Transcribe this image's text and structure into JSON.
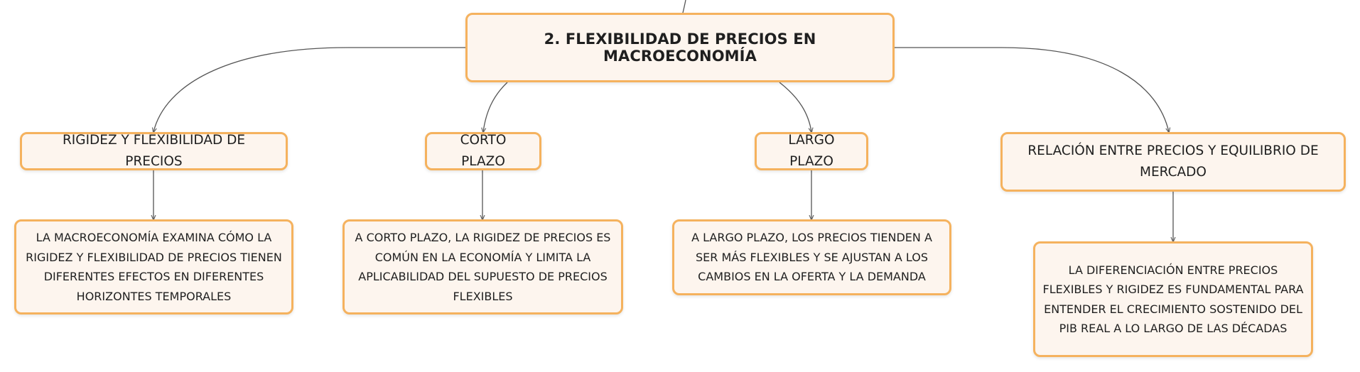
{
  "root": {
    "label": "2. FLEXIBILIDAD DE PRECIOS EN MACROECONOMÍA"
  },
  "topics": [
    {
      "label": "RIGIDEZ Y FLEXIBILIDAD DE PRECIOS",
      "detail": "LA MACROECONOMÍA EXAMINA CÓMO LA RIGIDEZ Y FLEXIBILIDAD DE PRECIOS TIENEN DIFERENTES EFECTOS EN DIFERENTES HORIZONTES TEMPORALES"
    },
    {
      "label": "CORTO PLAZO",
      "detail": "A CORTO PLAZO, LA RIGIDEZ DE PRECIOS ES COMÚN EN LA ECONOMÍA Y LIMITA LA APLICABILIDAD DEL SUPUESTO DE PRECIOS FLEXIBLES"
    },
    {
      "label": "LARGO PLAZO",
      "detail": "A LARGO PLAZO, LOS PRECIOS TIENDEN A SER MÁS FLEXIBLES Y SE AJUSTAN A LOS CAMBIOS EN LA OFERTA Y LA DEMANDA"
    },
    {
      "label": "RELACIÓN ENTRE PRECIOS Y EQUILIBRIO DE MERCADO",
      "detail": "LA DIFERENCIACIÓN ENTRE PRECIOS FLEXIBLES Y RIGIDEZ ES FUNDAMENTAL PARA ENTENDER EL CRECIMIENTO SOSTENIDO DEL PIB REAL A LO LARGO DE LAS DÉCADAS"
    }
  ],
  "colors": {
    "node_border": "#f5b25e",
    "node_fill": "#fdf5ee",
    "connector": "#555555",
    "text": "#1f1f1f"
  }
}
